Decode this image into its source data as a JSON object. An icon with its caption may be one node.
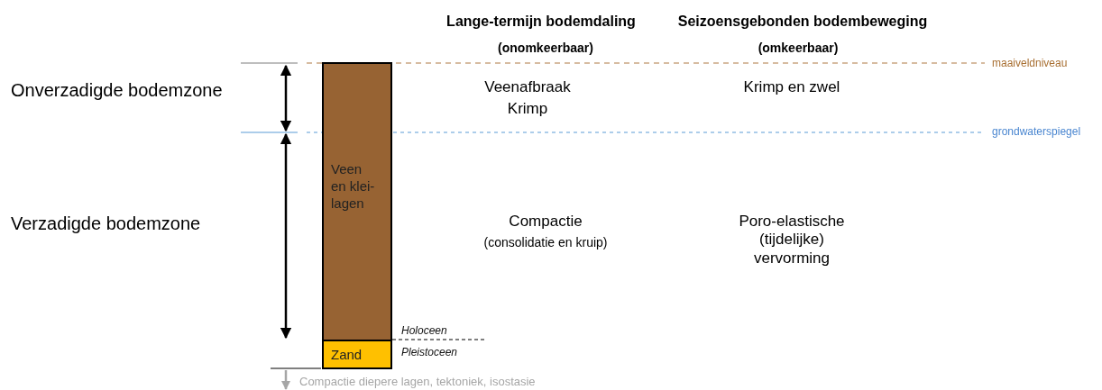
{
  "diagram": {
    "nodes": [
      {
        "text": [
          "Veen en klei-lagen"
        ],
        "beside": [
          "Holoceen"
        ]
      },
      {
        "text": [
          "Zand"
        ],
        "beside": [
          "Pleistoceen"
        ]
      }
    ],
    "labels": [
      "Lange-termijn bodemdaling",
      "(onomkeerbaar)",
      "Seizoensgebonden bodembeweging",
      "(omkeerbaar)",
      "Onverzadigde bodemzone",
      "maaiveldniveau",
      "Veenafbraak",
      "Krimp",
      "Krimp en zwel",
      "grondwaterspiegel",
      "Verzadigde bodemzone",
      "Compactie",
      "(consolidatie en kruip)",
      "Poro-elastische (tijdelijke) vervorming",
      "Compactie diepere lagen, tektoniek, isostasie"
    ]
  }
}
